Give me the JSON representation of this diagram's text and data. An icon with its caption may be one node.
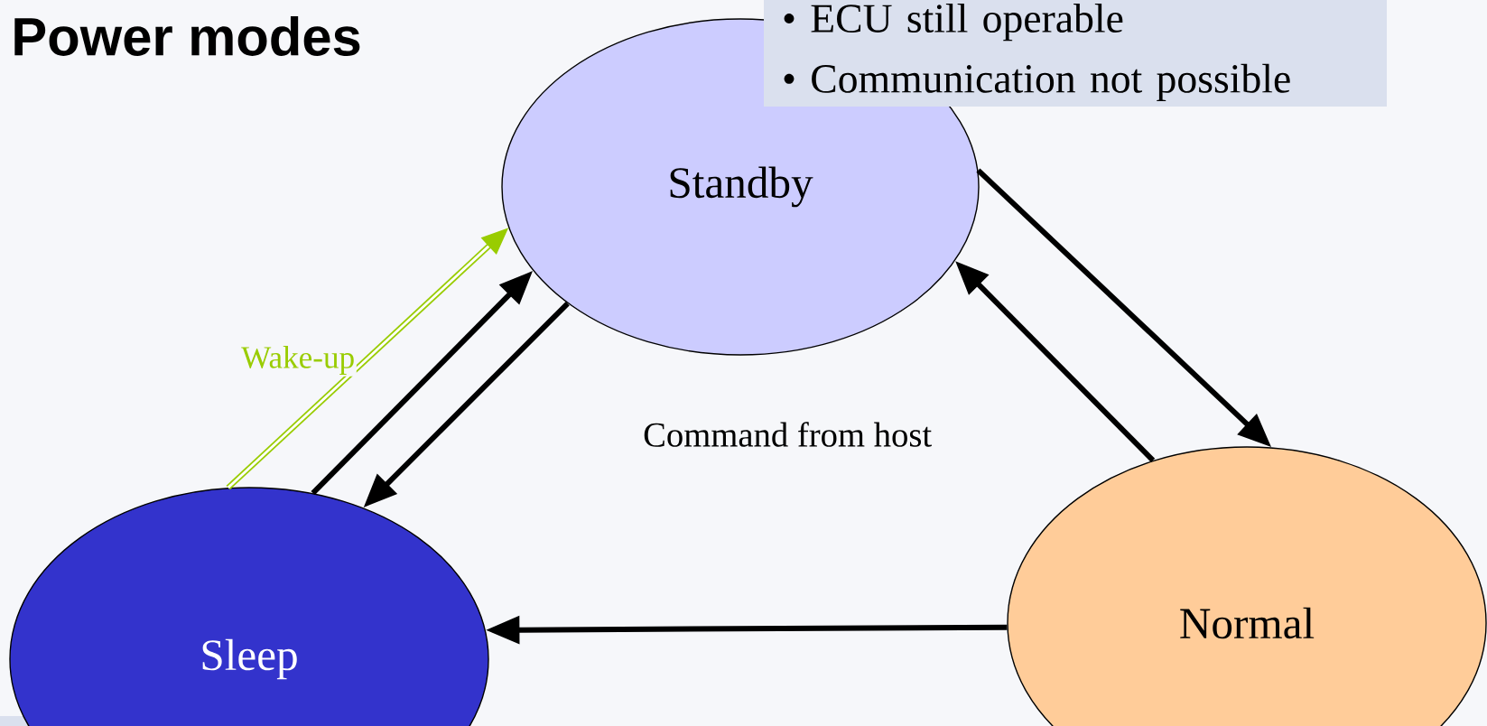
{
  "diagram": {
    "title": "Power modes",
    "nodes": [
      {
        "text": [
          "Standby"
        ]
      },
      {
        "text": [
          "• ECU still operable",
          "• Communication not possible"
        ]
      },
      {
        "text": [
          "Sleep"
        ]
      },
      {
        "text": [
          "Normal"
        ]
      }
    ],
    "edges": [
      {
        "from": 2,
        "to": 0,
        "arrow": "to",
        "label": "Wake-up",
        "color": "#99cc00"
      },
      {
        "from": 2,
        "to": 0,
        "arrow": "to"
      },
      {
        "from": 0,
        "to": 2,
        "arrow": "to",
        "label": "Command from host"
      },
      {
        "from": 0,
        "to": 3,
        "arrow": "to"
      },
      {
        "from": 3,
        "to": 0,
        "arrow": "to"
      },
      {
        "from": 3,
        "to": 2,
        "arrow": "to"
      }
    ]
  }
}
